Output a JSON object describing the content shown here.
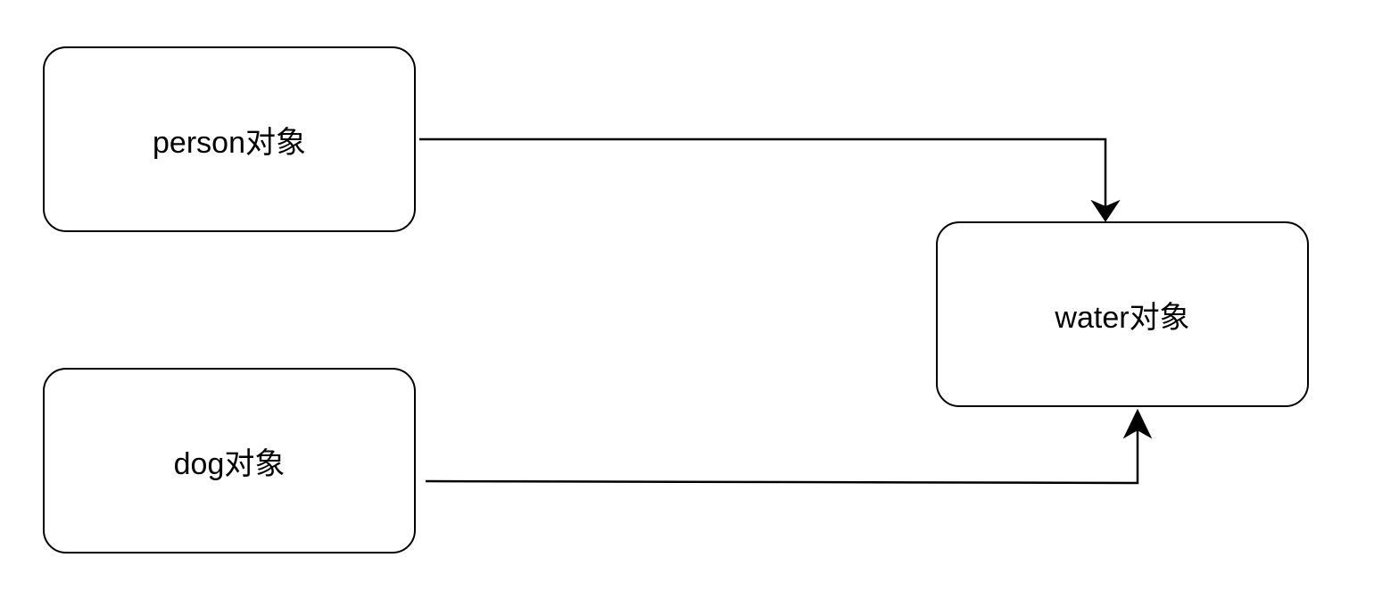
{
  "nodes": {
    "person": {
      "label": "person对象"
    },
    "dog": {
      "label": "dog对象"
    },
    "water": {
      "label": "water对象"
    }
  },
  "edges": [
    {
      "from": "person",
      "to": "water"
    },
    {
      "from": "dog",
      "to": "water"
    }
  ],
  "colors": {
    "stroke": "#000000",
    "background": "#ffffff"
  }
}
